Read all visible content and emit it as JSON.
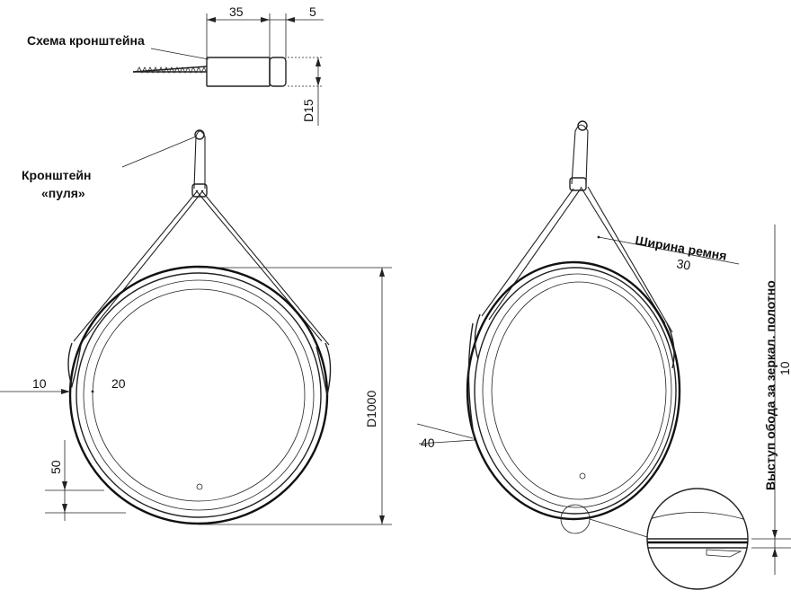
{
  "title": "Схема кронштейна",
  "bracket": {
    "label_line1": "Кронштейн",
    "label_line2": "«пуля»",
    "dim_length": "35",
    "dim_cap": "5",
    "dim_diameter": "D15"
  },
  "front_view": {
    "dim_side_offset": "10",
    "dim_light_inset": "20",
    "dim_bottom_gap": "50",
    "dim_diameter": "D1000"
  },
  "side_view": {
    "strap_width_label": "Ширина ремня",
    "strap_width_value": "30",
    "dim_depth": "40",
    "protrusion_label": "Выступ обода за зеркал. полотно",
    "protrusion_value": "10"
  },
  "colors": {
    "line": "#222222",
    "background": "#ffffff"
  }
}
